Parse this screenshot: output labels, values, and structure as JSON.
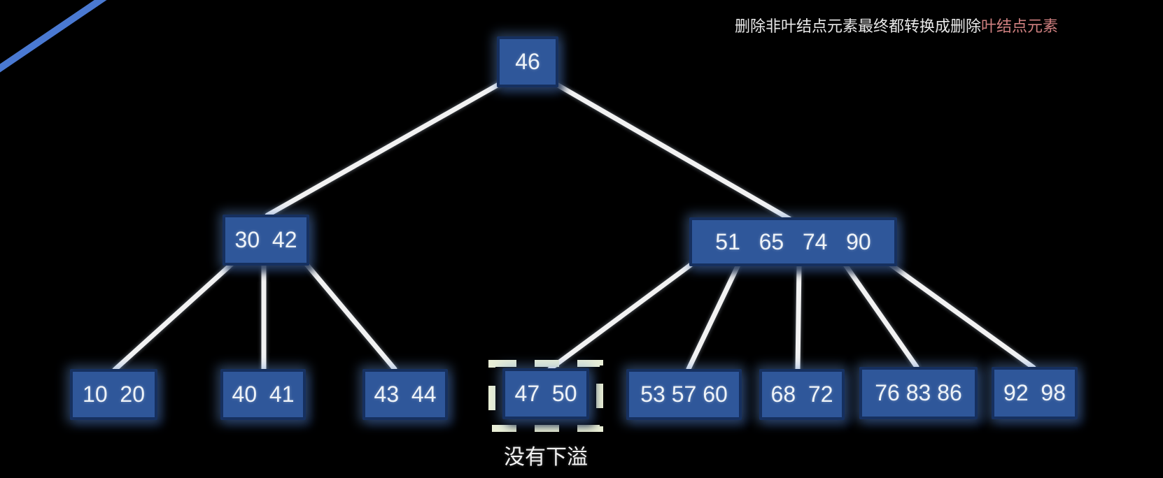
{
  "annotation": {
    "text_white": "删除非叶结点元素最终都转换成删除",
    "text_red": "叶结点元素"
  },
  "caption": {
    "text": "没有下溢"
  },
  "tree": {
    "root": {
      "keys": [
        46
      ],
      "text": "46"
    },
    "internal": [
      {
        "keys": [
          30,
          42
        ],
        "text": "30  42"
      },
      {
        "keys": [
          51,
          65,
          74,
          90
        ],
        "text": "51   65   74   90"
      }
    ],
    "leaves": [
      {
        "keys": [
          10,
          20
        ],
        "text": "10  20"
      },
      {
        "keys": [
          40,
          41
        ],
        "text": "40  41"
      },
      {
        "keys": [
          43,
          44
        ],
        "text": "43  44"
      },
      {
        "keys": [
          47,
          50
        ],
        "text": "47  50",
        "highlighted": true
      },
      {
        "keys": [
          53,
          57,
          60
        ],
        "text": "53 57 60"
      },
      {
        "keys": [
          68,
          72
        ],
        "text": "68  72"
      },
      {
        "keys": [
          76,
          83,
          86
        ],
        "text": "76 83 86"
      },
      {
        "keys": [
          92,
          98
        ],
        "text": "92  98"
      }
    ]
  },
  "colors": {
    "background": "#000000",
    "node_fill": "#2f579a",
    "node_border": "#16305f",
    "edge": "#f2f2f2",
    "highlight_dash": "#eaefd6",
    "annotation_red": "#cf8080",
    "corner_line_blue": "#4a79d2"
  }
}
